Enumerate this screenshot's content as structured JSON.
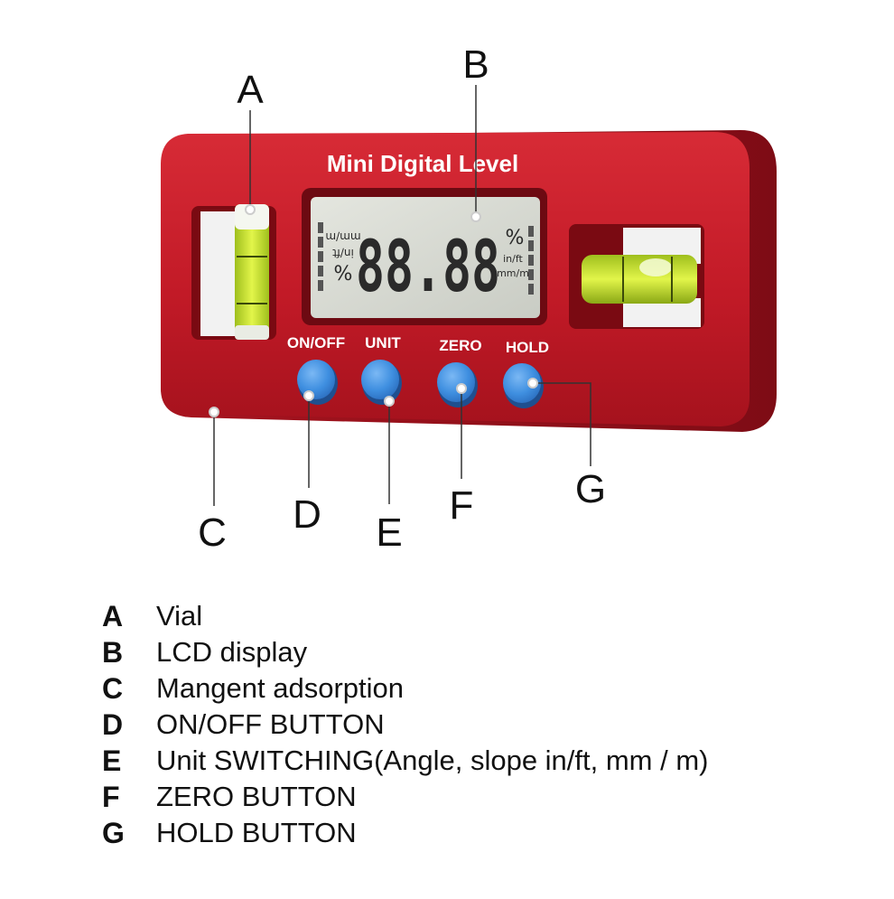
{
  "device": {
    "title": "Mini Digital Level",
    "lcd": {
      "digits": "88.88",
      "unit_percent": "%",
      "unit_inft": "in/ft",
      "unit_mmm": "mm/m",
      "left_unit_top": "mm/m",
      "left_unit_mid": "in/ft",
      "left_unit_bottom": "%"
    },
    "buttons": [
      {
        "key": "D",
        "label": "ON/OFF"
      },
      {
        "key": "E",
        "label": "UNIT"
      },
      {
        "key": "F",
        "label": "ZERO"
      },
      {
        "key": "G",
        "label": "HOLD"
      }
    ],
    "colors": {
      "body": "#c41e2a",
      "body_dark": "#8e1019",
      "button": "#3f8fe0",
      "lcd": "#d9dcd4",
      "vial": "#c8e62c"
    }
  },
  "callouts": {
    "A": "A",
    "B": "B",
    "C": "C",
    "D": "D",
    "E": "E",
    "F": "F",
    "G": "G"
  },
  "legend": [
    {
      "key": "A",
      "text": "Vial"
    },
    {
      "key": "B",
      "text": "LCD display"
    },
    {
      "key": "C",
      "text": "Mangent adsorption"
    },
    {
      "key": "D",
      "text": "ON/OFF BUTTON"
    },
    {
      "key": "E",
      "text": "Unit SWITCHING(Angle, slope in/ft, mm / m)"
    },
    {
      "key": "F",
      "text": "ZERO BUTTON"
    },
    {
      "key": "G",
      "text": "HOLD BUTTON"
    }
  ]
}
